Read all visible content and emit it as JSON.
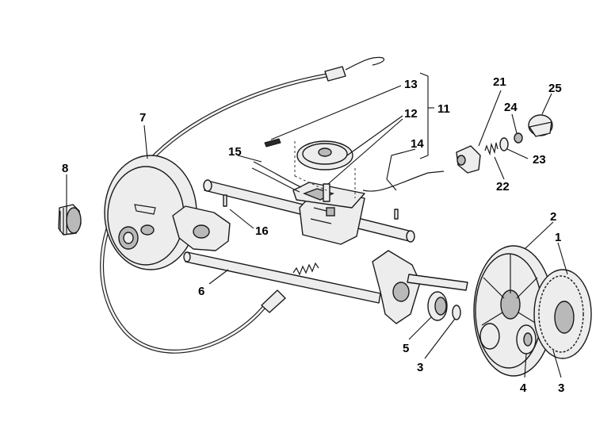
{
  "diagram": {
    "type": "exploded parts diagram",
    "part_labels": [
      "1",
      "2",
      "3",
      "3",
      "4",
      "5",
      "6",
      "7",
      "8",
      "11",
      "12",
      "13",
      "14",
      "15",
      "16",
      "21",
      "22",
      "23",
      "24",
      "25"
    ]
  }
}
